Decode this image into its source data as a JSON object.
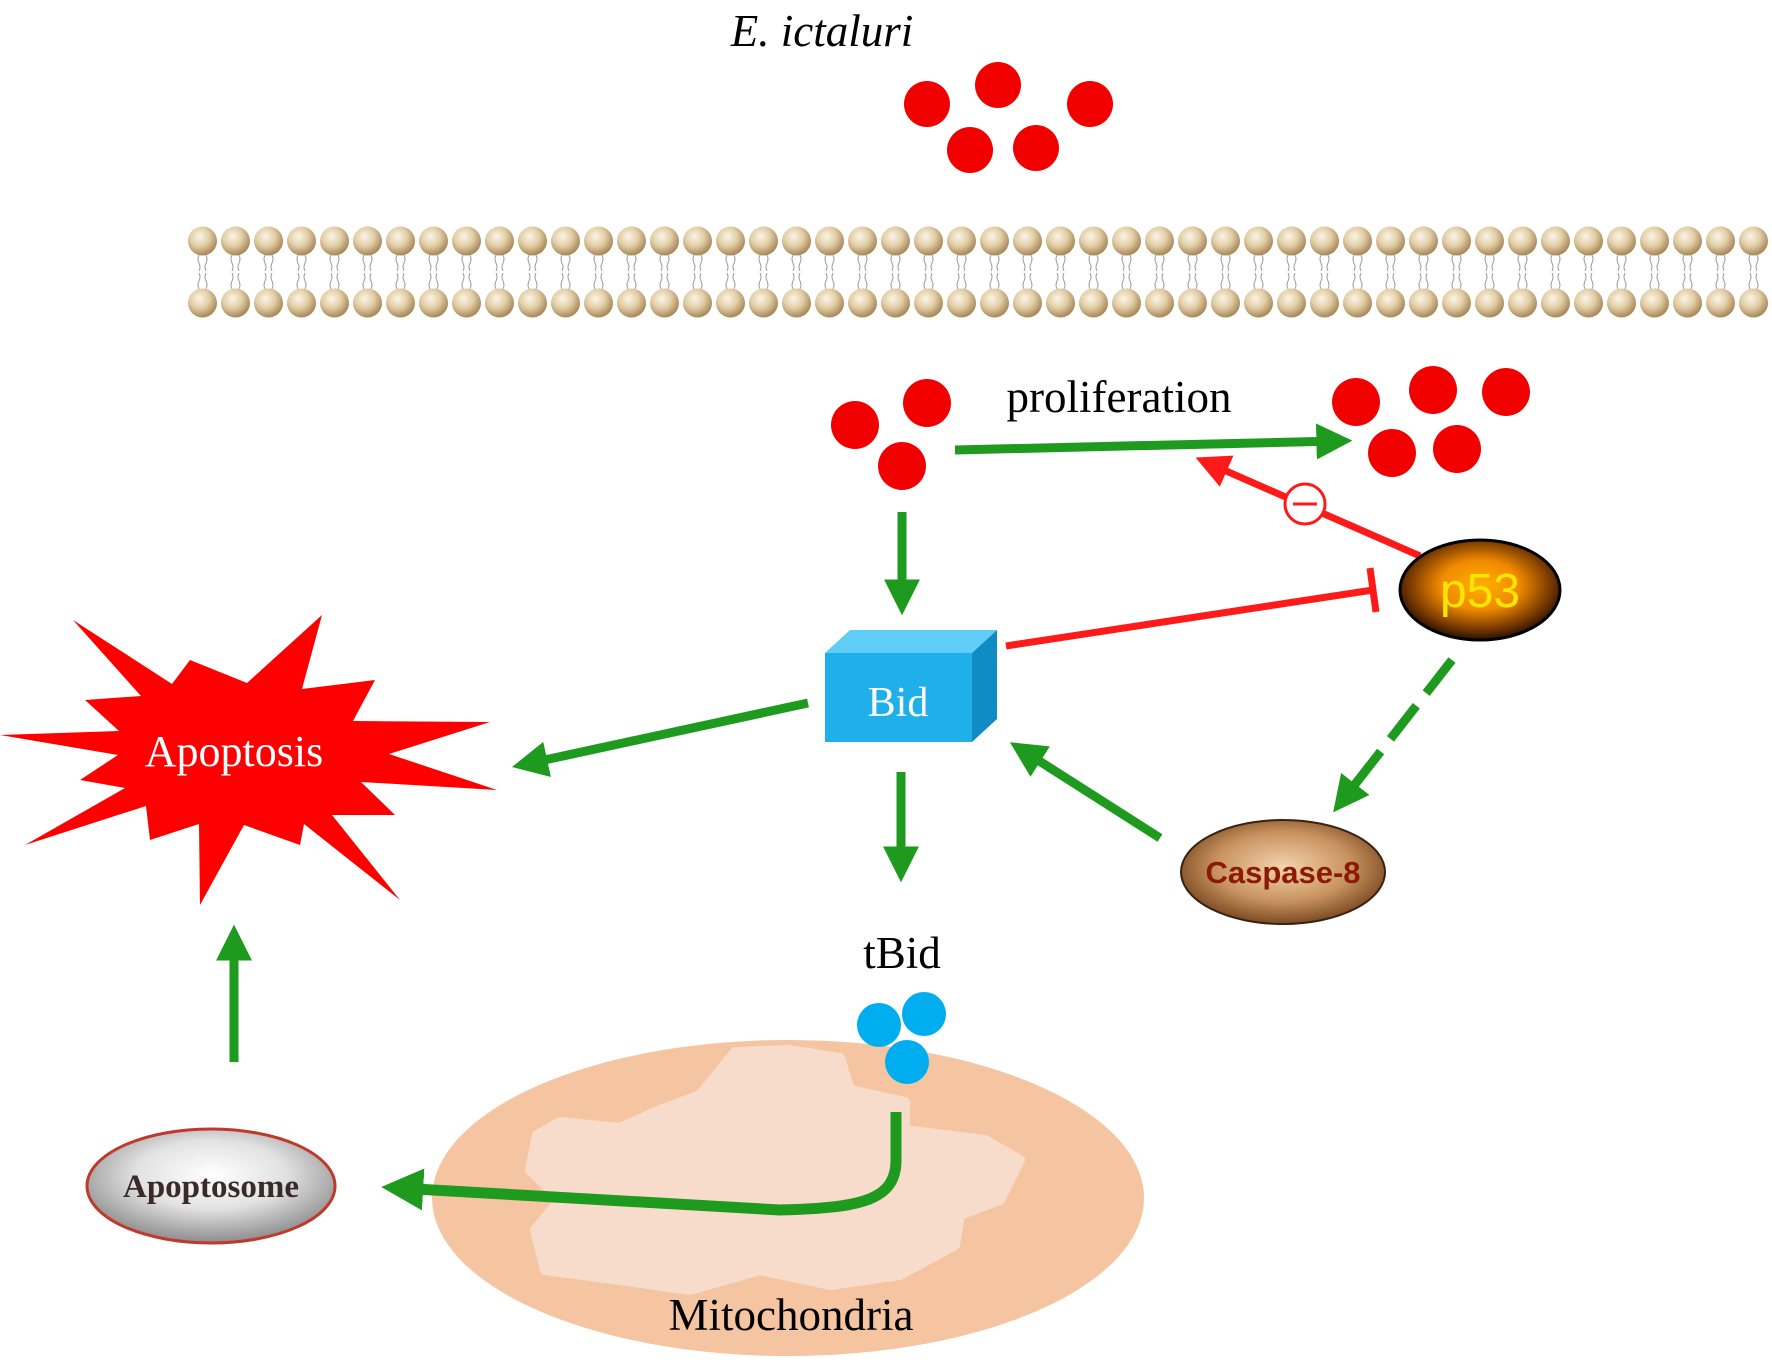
{
  "title": "E. ictaluri",
  "labels": {
    "proliferation": "proliferation",
    "p53": "p53",
    "bid": "Bid",
    "apoptosis": "Apoptosis",
    "tbid": "tBid",
    "caspase8": "Caspase-8",
    "apoptosome": "Apoptosome",
    "mitochondria": "Mitochondria"
  },
  "icons": {
    "inhibition_sign": "minus-circle-icon",
    "membrane": "lipid-bilayer-icon"
  },
  "colors": {
    "bacteria": "#f20000",
    "tbid": "#00aeef",
    "activation_arrow": "#1e9a1e",
    "inhibition_arrow": "#ff1a1a",
    "bid_box": "#1fb0ea",
    "apoptosis_burst": "#ff0000",
    "mitochondria": "#f5c4a1",
    "p53_text": "#ffe600",
    "caspase8_text": "#8b1a00"
  }
}
